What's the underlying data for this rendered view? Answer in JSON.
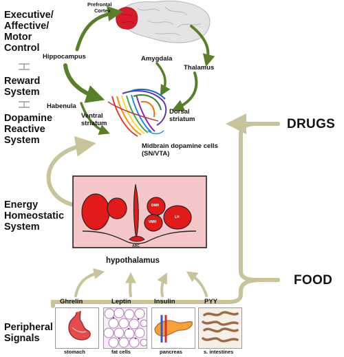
{
  "levels": {
    "executive": [
      "Executive/",
      "Affective/",
      "Motor",
      "Control"
    ],
    "reward": [
      "Reward",
      "System"
    ],
    "dopamine": [
      "Dopamine",
      "Reactive",
      "System"
    ],
    "energy": [
      "Energy",
      "Homeostatic",
      "System"
    ],
    "peripheral": [
      "Peripheral",
      "Signals"
    ]
  },
  "brain_regions": {
    "prefrontal": [
      "Prefrontal",
      "Cortex"
    ],
    "hippocampus": "Hippocampus",
    "amygdala": "Amygdala",
    "thalamus": "Thalamus",
    "habenula": "Habenula",
    "ventral_striatum": [
      "Ventral",
      "striatum"
    ],
    "dorsal_striatum": [
      "Dorsal",
      "striatum"
    ],
    "midbrain": [
      "Midbrain dopamine cells",
      "(SN/VTA)"
    ]
  },
  "hypothalamus": {
    "title": "hypothalamus",
    "nuclei": [
      "DMH",
      "VMH",
      "LH",
      "ARC"
    ]
  },
  "inputs": {
    "drugs": "DRUGS",
    "food": "FOOD"
  },
  "hormones": [
    "Ghrelin",
    "Leptin",
    "Insulin",
    "PYY"
  ],
  "organs": [
    "stomach",
    "fat cells",
    "pancreas",
    "s. intestines"
  ],
  "colors": {
    "arrow_green": "#5a7f2a",
    "arrow_khaki": "#c7c39a",
    "hypothalamus_fill": "#f4c6c8",
    "nucleus_red": "#e11a1a",
    "prefrontal_red": "#d61c2a"
  }
}
